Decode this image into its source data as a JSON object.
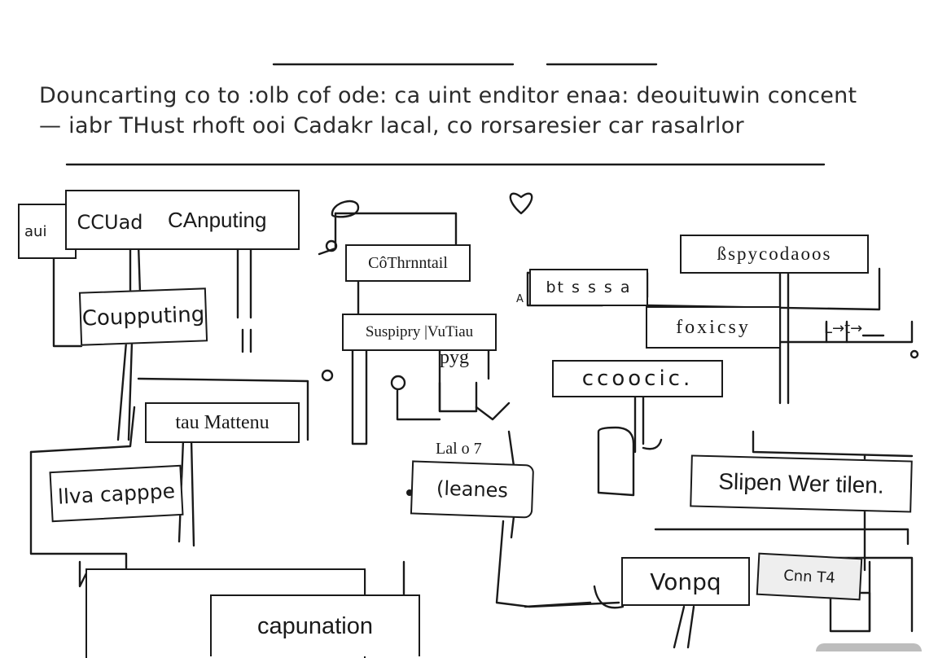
{
  "caption": {
    "line1": "Douncarting co to :olb cof ode: ca uint enditor enaa: deouituwin concent",
    "line2": "— iabr THust rhoft ooi Cadakr lacal, co rorsaresier car rasalrlor"
  },
  "nodes": {
    "ccuad": "CCUad",
    "aui": "aui",
    "canputing": "CAnputing",
    "coupputing": "Coupputing",
    "mattenu": "tau Mattenu",
    "lvacappe": "llva capppe",
    "capunation": "capunation",
    "cothrnntail": "CôThrnntail",
    "suspipry": "Suspipry |VuTiau",
    "pyg": "pyg",
    "lalog": "Lal o 7",
    "leanes": "(leanes",
    "btsssa": "bt s s s a",
    "a_mark": "A",
    "espycodaoos": "ßspycodaoos",
    "foxicsy": "foxicsy",
    "ccoocic": "ccoocic.",
    "eleu": "L→t→",
    "slipen": "Slipen Wer tilen.",
    "vonpq": "Vonpq",
    "cnnt": "Cnn T4"
  },
  "colors": {
    "ink": "#1a1a1a",
    "paper": "#ffffff",
    "caption_text": "#2b2b2b"
  }
}
